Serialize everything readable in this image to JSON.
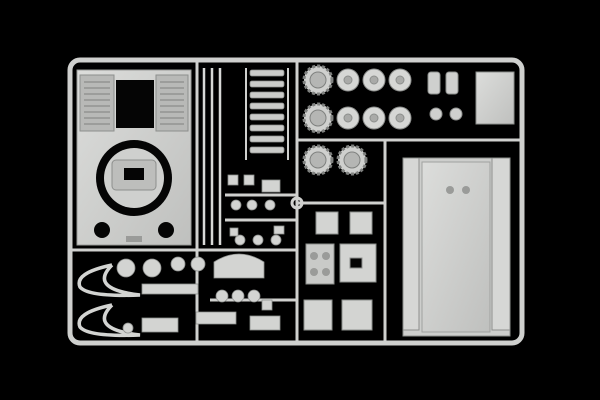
{
  "scene": {
    "subject": "plastic-model-kit-sprue",
    "colors": {
      "background": "#000000",
      "plastic": "#cfd0ce",
      "plastic_light": "#dcdddb",
      "plastic_shadow": "#8d8f8d",
      "cutout": "#050505"
    },
    "regions": [
      {
        "name": "hull-deck-plate"
      },
      {
        "name": "antenna-rods"
      },
      {
        "name": "track-link-ladder"
      },
      {
        "name": "road-wheels"
      },
      {
        "name": "sprockets"
      },
      {
        "name": "small-parts-tree"
      },
      {
        "name": "hull-floor-pan"
      },
      {
        "name": "side-skirt"
      },
      {
        "name": "tow-cables"
      },
      {
        "name": "exhaust-and-fittings"
      },
      {
        "name": "mantlet-parts"
      },
      {
        "name": "engine-block"
      },
      {
        "name": "stowage-box"
      }
    ]
  }
}
